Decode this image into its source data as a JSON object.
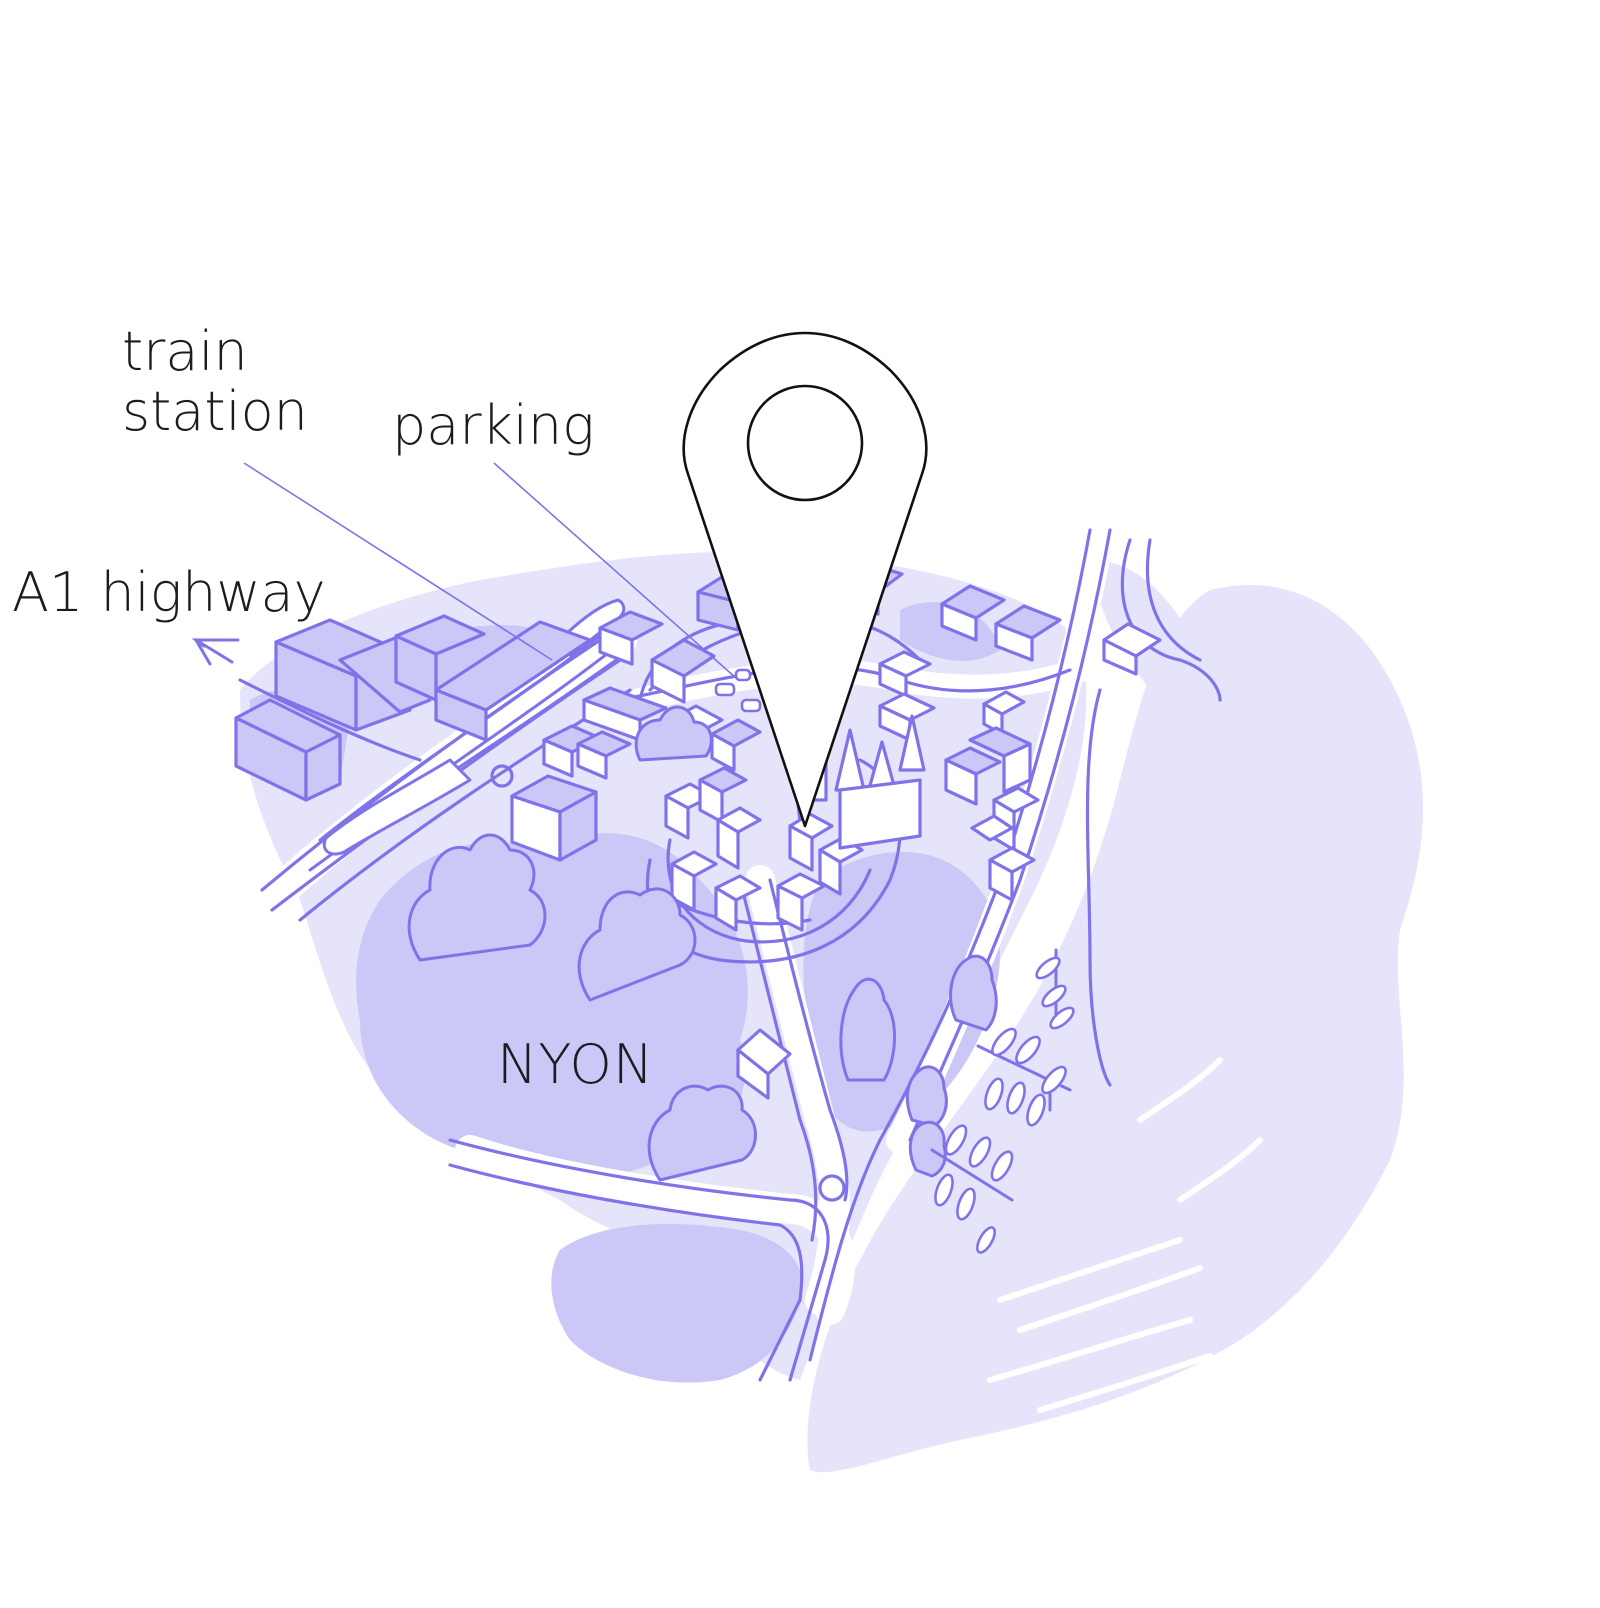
{
  "labels": {
    "train_station": "train\nstation",
    "parking": "parking",
    "a1_highway": "A1 highway",
    "town": "NYON"
  },
  "icons": [
    "location-pin-icon",
    "direction-arrow-icon",
    "train-icon",
    "car-icon",
    "tree-icon",
    "boat-icon"
  ],
  "colors": {
    "ink": "#7f73ea",
    "fill_dark": "#cbc7f6",
    "fill_light": "#e6e4fb",
    "text": "#1d1b22",
    "pin_stroke": "#111111"
  }
}
